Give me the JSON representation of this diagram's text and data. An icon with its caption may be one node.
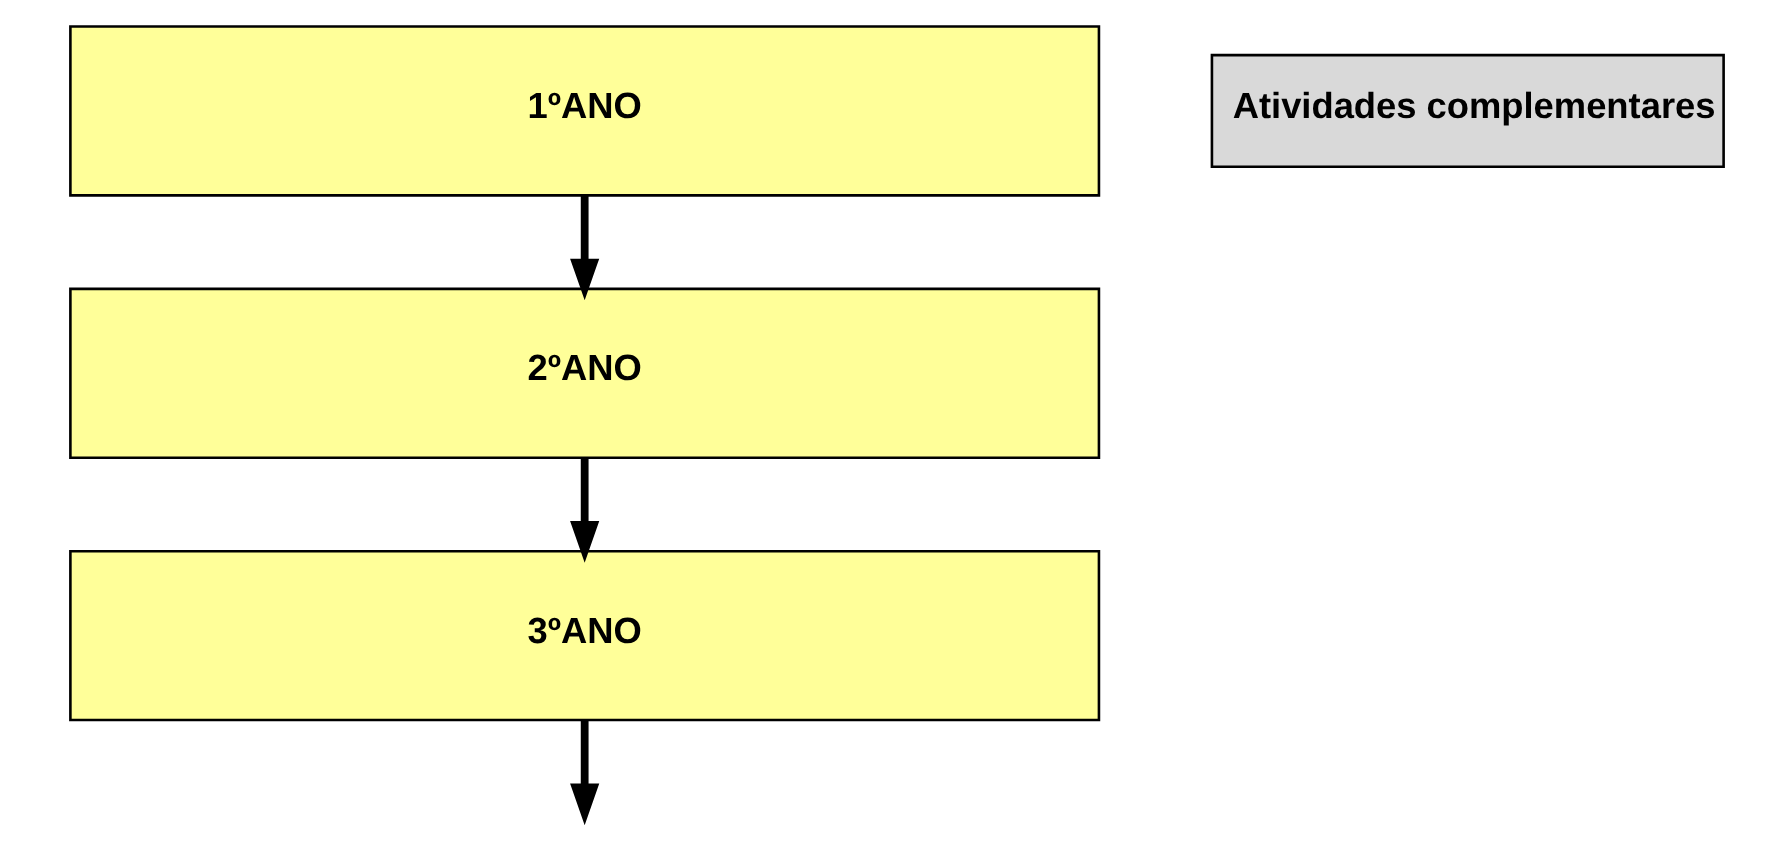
{
  "diagram": {
    "nodes": [
      {
        "text": [
          "1ºANO"
        ]
      },
      {
        "text": [
          "2ºANO"
        ]
      },
      {
        "text": [
          "3ºANO"
        ]
      },
      {
        "text": [
          "Atividades complementares"
        ]
      }
    ],
    "edges": [
      {
        "from": 0,
        "to": 1,
        "arrow": "to"
      },
      {
        "from": 1,
        "to": 2,
        "arrow": "to"
      },
      {
        "from": 2,
        "to": null,
        "arrow": "to"
      }
    ]
  }
}
